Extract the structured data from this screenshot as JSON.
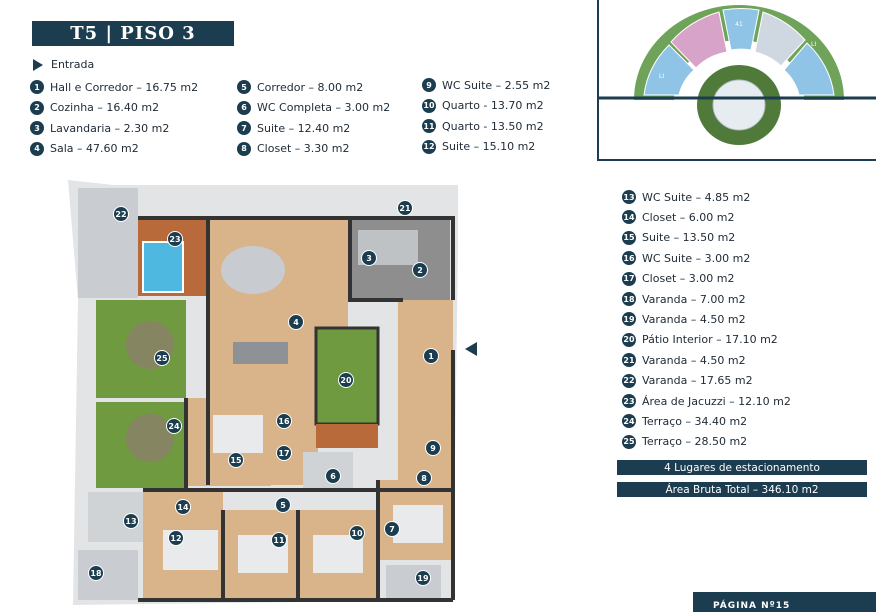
{
  "header": {
    "title": "T5 | PISO 3"
  },
  "entrance_label": "Entrada",
  "rooms_left": [
    {
      "n": "1",
      "label": "Hall e Corredor – 16.75 m2"
    },
    {
      "n": "2",
      "label": "Cozinha – 16.40 m2"
    },
    {
      "n": "3",
      "label": "Lavandaria – 2.30 m2"
    },
    {
      "n": "4",
      "label": "Sala – 47.60 m2"
    }
  ],
  "rooms_mid": [
    {
      "n": "5",
      "label": "Corredor – 8.00 m2"
    },
    {
      "n": "6",
      "label": "WC Completa – 3.00 m2"
    },
    {
      "n": "7",
      "label": "Suite – 12.40 m2"
    },
    {
      "n": "8",
      "label": "Closet – 3.30 m2"
    }
  ],
  "rooms_right": [
    {
      "n": "9",
      "label": "WC Suite – 2.55 m2"
    },
    {
      "n": "10",
      "label": "Quarto - 13.70 m2"
    },
    {
      "n": "11",
      "label": "Quarto - 13.50 m2"
    },
    {
      "n": "12",
      "label": "Suite – 15.10 m2"
    }
  ],
  "rooms_side": [
    {
      "n": "13",
      "label": "WC Suite – 4.85 m2"
    },
    {
      "n": "14",
      "label": "Closet – 6.00 m2"
    },
    {
      "n": "15",
      "label": "Suite – 13.50 m2"
    },
    {
      "n": "16",
      "label": "WC Suite – 3.00 m2"
    },
    {
      "n": "17",
      "label": "Closet – 3.00 m2"
    },
    {
      "n": "18",
      "label": "Varanda – 7.00 m2"
    },
    {
      "n": "19",
      "label": "Varanda – 4.50 m2"
    },
    {
      "n": "20",
      "label": "Pátio Interior – 17.10 m2"
    },
    {
      "n": "21",
      "label": "Varanda – 4.50 m2"
    },
    {
      "n": "22",
      "label": "Varanda – 17.65 m2"
    },
    {
      "n": "23",
      "label": "Área de Jacuzzi – 12.10 m2"
    },
    {
      "n": "24",
      "label": "Terraço – 34.40 m2"
    },
    {
      "n": "25",
      "label": "Terraço – 28.50 m2"
    }
  ],
  "parking": "4 Lugares de estacionamento",
  "gross_area": "Área Bruta Total – 346.10 m2",
  "page_label": "PÁGINA Nº15",
  "minimap_labels": [
    "41",
    "LI",
    "LI"
  ],
  "plan_markers": [
    "1",
    "2",
    "3",
    "4",
    "5",
    "6",
    "7",
    "8",
    "9",
    "10",
    "11",
    "12",
    "13",
    "14",
    "15",
    "16",
    "17",
    "18",
    "19",
    "20",
    "21",
    "22",
    "23",
    "24",
    "25"
  ],
  "colors": {
    "accent": "#1c3d4f",
    "wood": "#d9b48a",
    "grass": "#6f9a3f",
    "tile": "#8e8e8e",
    "water": "#4fb8e0"
  }
}
